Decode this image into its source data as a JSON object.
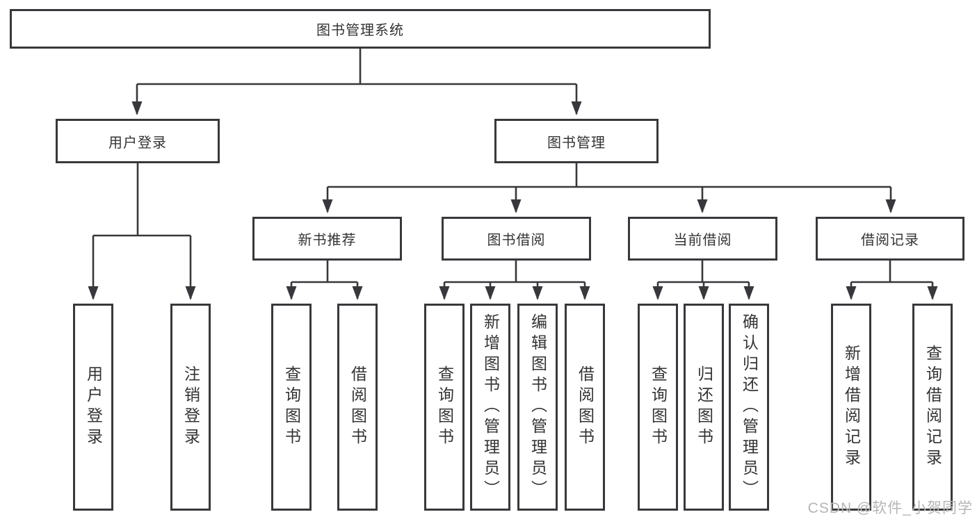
{
  "tree": {
    "label": "图书管理系统",
    "children": [
      {
        "label": "用户登录",
        "children": [
          {
            "label": "用户登录"
          },
          {
            "label": "注销登录"
          }
        ]
      },
      {
        "label": "图书管理",
        "children": [
          {
            "label": "新书推荐",
            "children": [
              {
                "label": "查询图书"
              },
              {
                "label": "借阅图书"
              }
            ]
          },
          {
            "label": "图书借阅",
            "children": [
              {
                "label": "查询图书"
              },
              {
                "label": "新增图书（管理员）"
              },
              {
                "label": "编辑图书（管理员）"
              },
              {
                "label": "借阅图书"
              }
            ]
          },
          {
            "label": "当前借阅",
            "children": [
              {
                "label": "查询图书"
              },
              {
                "label": "归还图书"
              },
              {
                "label": "确认归还（管理员）"
              }
            ]
          },
          {
            "label": "借阅记录",
            "children": [
              {
                "label": "新增借阅记录"
              },
              {
                "label": "查询借阅记录"
              }
            ]
          }
        ]
      }
    ]
  },
  "watermark": {
    "text": "CSDN @软件_小贺同学"
  },
  "colors": {
    "line": "#38383c",
    "box_border": "#38383c",
    "text": "#333333",
    "watermark": "#b5b5b5",
    "background": "#ffffff"
  }
}
